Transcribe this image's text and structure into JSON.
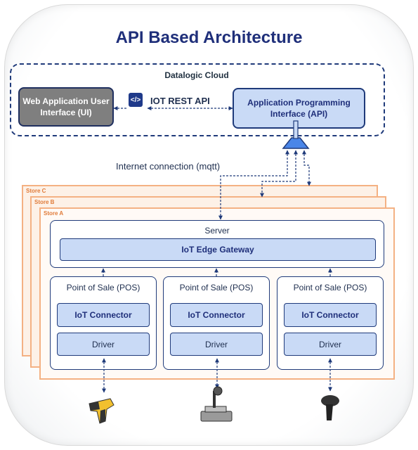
{
  "title": "API Based Architecture",
  "cloud": {
    "label": "Datalogic Cloud",
    "web_ui": "Web Application User Interface (UI)",
    "api": "Application Programming Interface (API)",
    "rest_icon": "</>",
    "rest_label": "IOT REST API"
  },
  "internet_label": "Internet connection (mqtt)",
  "stores": [
    "Store C",
    "Store B",
    "Store A"
  ],
  "server": {
    "label": "Server",
    "gateway": "IoT Edge Gateway"
  },
  "pos": [
    {
      "label": "Point of Sale (POS)",
      "connector": "IoT Connector",
      "driver": "Driver"
    },
    {
      "label": "Point of Sale (POS)",
      "connector": "IoT Connector",
      "driver": "Driver"
    },
    {
      "label": "Point of Sale (POS)",
      "connector": "IoT Connector",
      "driver": "Driver"
    }
  ],
  "devices": [
    "handheld-scanner-icon",
    "presentation-scanner-icon",
    "handheld-scanner-dark-icon"
  ],
  "colors": {
    "navy": "#1f3a7a",
    "light_blue": "#c9daf6",
    "store_orange": "#f4b183"
  }
}
